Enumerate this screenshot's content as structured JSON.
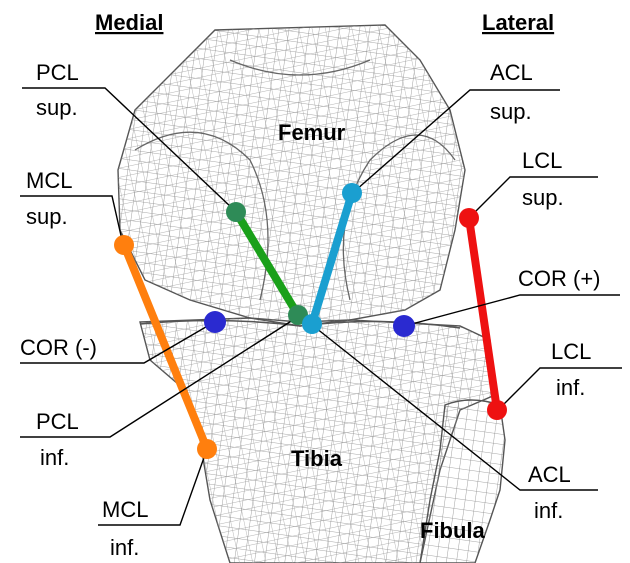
{
  "headers": {
    "medial": "Medial",
    "lateral": "Lateral"
  },
  "bones": {
    "femur": "Femur",
    "tibia": "Tibia",
    "fibula": "Fibula"
  },
  "labels": {
    "pcl_sup": [
      "PCL",
      "sup."
    ],
    "acl_sup": [
      "ACL",
      "sup."
    ],
    "mcl_sup": [
      "MCL",
      "sup."
    ],
    "lcl_sup": [
      "LCL",
      "sup."
    ],
    "cor_pos": [
      "COR (+)"
    ],
    "cor_neg": [
      "COR (-)"
    ],
    "lcl_inf": [
      "LCL",
      "inf."
    ],
    "pcl_inf": [
      "PCL",
      "inf."
    ],
    "acl_inf": [
      "ACL",
      "inf."
    ],
    "mcl_inf": [
      "MCL",
      "inf."
    ]
  },
  "colors": {
    "mcl": "#ff7f0e",
    "pcl": "#1aa01a",
    "pcl_point": "#2e8b57",
    "acl": "#1a9fd0",
    "lcl": "#ee1111",
    "cor": "#2a2ad0",
    "mesh": "#808080"
  }
}
